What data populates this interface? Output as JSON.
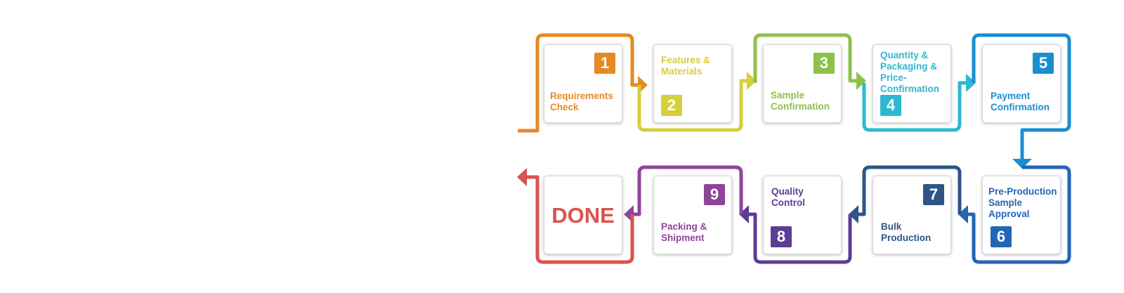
{
  "colors": {
    "s1": "#E48A25",
    "s2": "#D4CF3C",
    "s3": "#8DC14A",
    "s4": "#2DB8D1",
    "s5": "#1A8FD0",
    "s6": "#2166B5",
    "s7": "#2D5586",
    "s8": "#5C3D96",
    "s9": "#8E4599",
    "done": "#D9534F"
  },
  "steps": [
    {
      "number": "1",
      "label": "Requirements\nCheck",
      "icon": "orange-connector"
    },
    {
      "number": "2",
      "label": "Features &\nMaterials",
      "icon": "yellow-connector"
    },
    {
      "number": "3",
      "label": "Sample\nConfirmation",
      "icon": "green-connector"
    },
    {
      "number": "4",
      "label": "Quantity &\nPackaging &\nPrice-\nConfirmation",
      "icon": "cyan-connector"
    },
    {
      "number": "5",
      "label": "Payment\nConfirmation",
      "icon": "blue-connector"
    },
    {
      "number": "6",
      "label": "Pre-Production\nSample\nApproval",
      "icon": "royal-blue-connector"
    },
    {
      "number": "7",
      "label": "Bulk\nProduction",
      "icon": "navy-connector"
    },
    {
      "number": "8",
      "label": "Quality\nControl",
      "icon": "indigo-connector"
    },
    {
      "number": "9",
      "label": "Packing &\nShipment",
      "icon": "purple-connector"
    }
  ],
  "done": {
    "label": "DONE"
  }
}
